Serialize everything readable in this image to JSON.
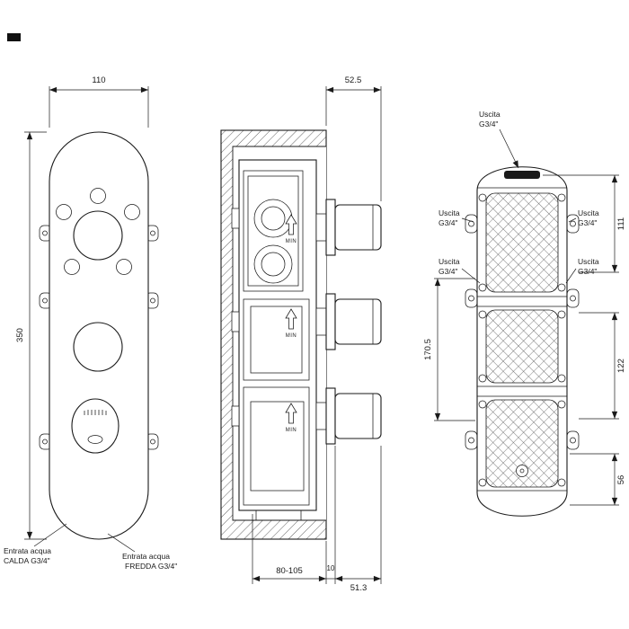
{
  "drawing": {
    "front_view": {
      "dim_width": "110",
      "dim_height": "350",
      "inlet_hot_line1": "Entrata acqua",
      "inlet_hot_line2": "CALDA G3/4\"",
      "inlet_cold_line1": "Entrata acqua",
      "inlet_cold_line2": "FREDDA G3/4\""
    },
    "section_view": {
      "dim_total_depth": "52.5",
      "dim_recess_depth": "80-105",
      "dim_trim": "10",
      "dim_handle_depth": "51.3",
      "min_label": "MIN"
    },
    "rear_view": {
      "outlet_label_line1": "Uscita",
      "outlet_label_line2": "G3/4\"",
      "dim_upper_spacing": "111",
      "dim_middle_spacing": "122",
      "dim_lower_spacing": "56",
      "dim_outlet_span": "170.5"
    }
  }
}
